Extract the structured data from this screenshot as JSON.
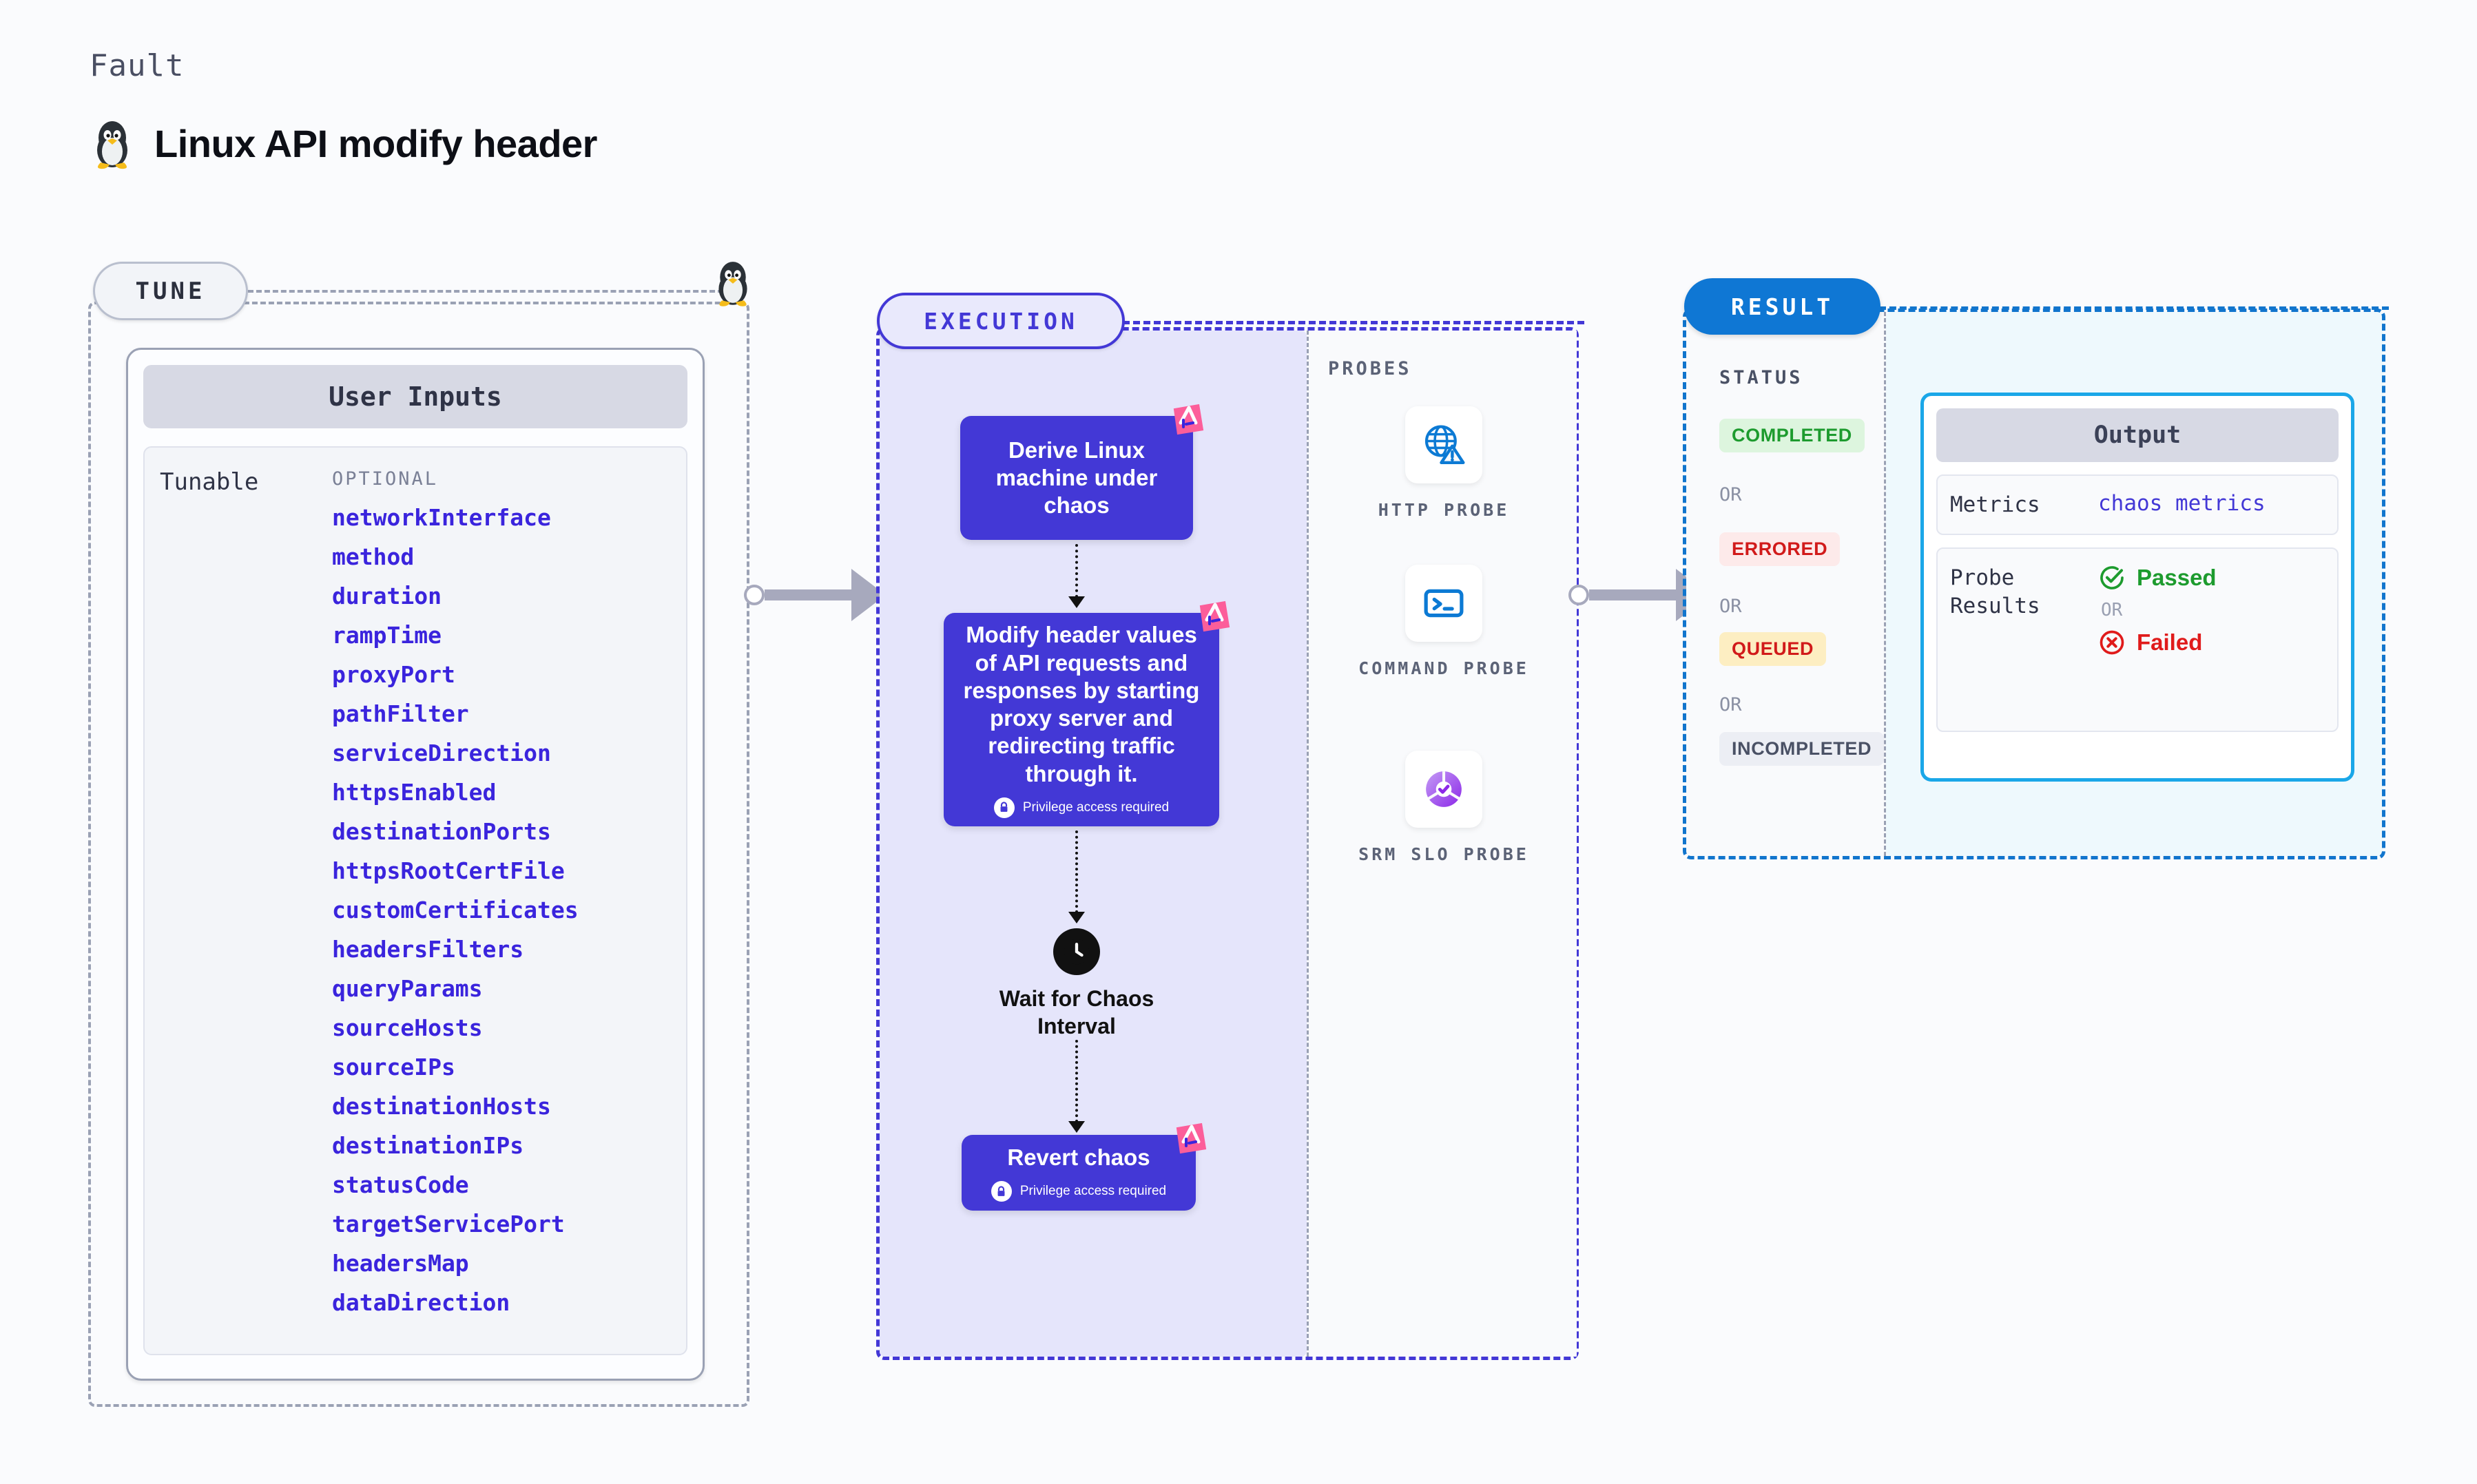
{
  "header": {
    "eyebrow": "Fault",
    "title": "Linux API modify header",
    "icon": "linux-tux-icon"
  },
  "tune": {
    "pill_label": "TUNE",
    "card_title": "User Inputs",
    "group_label": "Tunable",
    "optional_label": "OPTIONAL",
    "params": [
      "networkInterface",
      "method",
      "duration",
      "rampTime",
      "proxyPort",
      "pathFilter",
      "serviceDirection",
      "httpsEnabled",
      "destinationPorts",
      "httpsRootCertFile",
      "customCertificates",
      "headersFilters",
      "queryParams",
      "sourceHosts",
      "sourceIPs",
      "destinationHosts",
      "destinationIPs",
      "statusCode",
      "targetServicePort",
      "headersMap",
      "dataDirection"
    ]
  },
  "execution": {
    "pill_label": "EXECUTION",
    "nodes": [
      {
        "label": "Derive Linux machine under chaos",
        "privilege": null
      },
      {
        "label": "Modify header values of API requests and responses by starting proxy server and redirecting traffic through it.",
        "privilege": "Privilege access required"
      },
      {
        "label": "Revert chaos",
        "privilege": "Privilege access required"
      }
    ],
    "wait": {
      "label": "Wait for Chaos Interval",
      "icon": "clock-icon"
    }
  },
  "probes": {
    "title": "PROBES",
    "items": [
      {
        "label": "HTTP PROBE",
        "icon": "globe-warning-icon"
      },
      {
        "label": "COMMAND PROBE",
        "icon": "terminal-icon"
      },
      {
        "label": "SRM SLO PROBE",
        "icon": "slo-donut-check-icon"
      }
    ]
  },
  "result": {
    "pill_label": "RESULT",
    "status_title": "STATUS",
    "or_label": "OR",
    "statuses": [
      {
        "label": "COMPLETED",
        "color": "#1d9b2e",
        "bg": "#ddf5de"
      },
      {
        "label": "ERRORED",
        "color": "#d11a1a",
        "bg": "#fdeaea"
      },
      {
        "label": "QUEUED",
        "color": "#d11a1a",
        "bg": "#fdeec2"
      },
      {
        "label": "INCOMPLETED",
        "color": "#4a5165",
        "bg": "#eceef4"
      }
    ],
    "output": {
      "title": "Output",
      "metrics_key": "Metrics",
      "metrics_value": "chaos metrics",
      "probe_results_key": "Probe Results",
      "passed_label": "Passed",
      "failed_label": "Failed",
      "or_label": "OR"
    }
  },
  "colors": {
    "accent_purple": "#4338d6",
    "accent_blue": "#0f77d4",
    "accent_cyan": "#1aa7e8",
    "param_blue": "#3a24dd",
    "ribbon_pink": "#fc5e9a"
  }
}
